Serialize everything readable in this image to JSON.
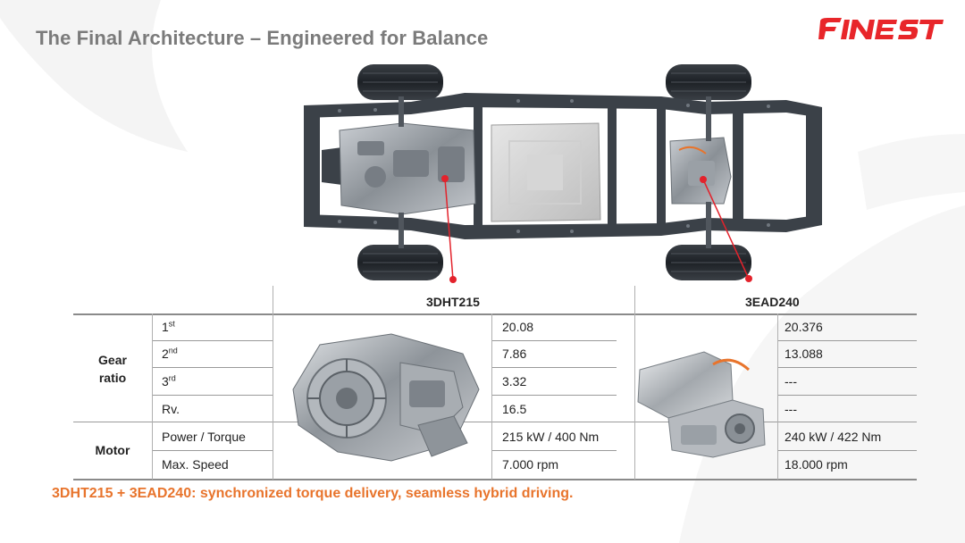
{
  "title": "The Final Architecture – Engineered for Balance",
  "logo": {
    "text": "FINEST",
    "color": "#e8262a"
  },
  "table": {
    "columns": [
      "3DHT215",
      "3EAD240"
    ],
    "groups": [
      {
        "label_line1": "Gear",
        "label_line2": "ratio"
      },
      {
        "label": "Motor"
      }
    ],
    "rows": [
      {
        "num": "1",
        "suffix": "st",
        "v1": "20.08",
        "v2": "20.376"
      },
      {
        "num": "2",
        "suffix": "nd",
        "v1": "7.86",
        "v2": "13.088"
      },
      {
        "num": "3",
        "suffix": "rd",
        "v1": "3.32",
        "v2": "---"
      },
      {
        "label": "Rv.",
        "v1": "16.5",
        "v2": "---"
      },
      {
        "label": "Power / Torque",
        "v1": "215 kW / 400 Nm",
        "v2": "240 kW / 422 Nm"
      },
      {
        "label": "Max. Speed",
        "v1": "7.000 rpm",
        "v2": "18.000 rpm"
      }
    ]
  },
  "footer": "3DHT215 + 3EAD240: synchronized torque delivery, seamless hybrid driving.",
  "colors": {
    "accent": "#e8742c",
    "title": "#7b7b7b",
    "marker": "#e3222b"
  }
}
